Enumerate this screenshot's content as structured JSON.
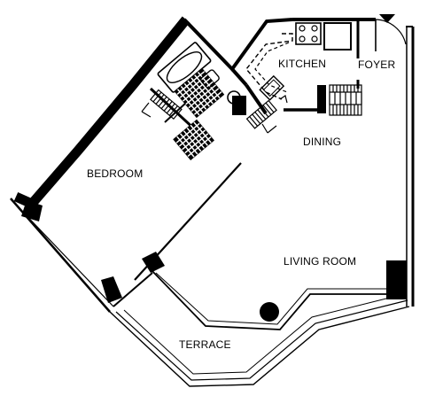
{
  "rooms": {
    "kitchen": "KITCHEN",
    "foyer": "FOYER",
    "dining": "DINING",
    "bedroom": "BEDROOM",
    "living_room": "LIVING ROOM",
    "terrace": "TERRACE"
  },
  "colors": {
    "wall": "#000000",
    "background": "#ffffff"
  }
}
